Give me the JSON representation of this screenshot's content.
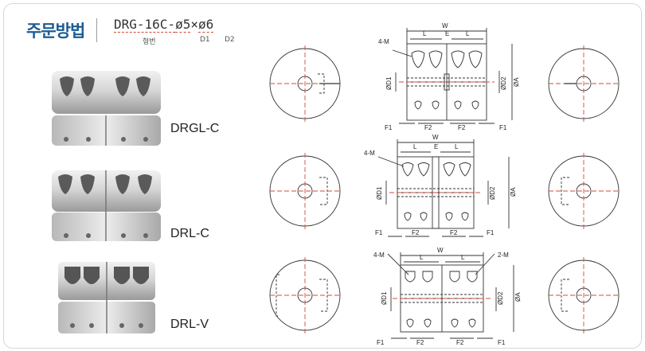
{
  "header": {
    "title": "주문방법",
    "model_prefix": "DRG-16C-",
    "d1_value": "ø5",
    "times": "×",
    "d2_value": "ø6",
    "sub_model": "형번",
    "sub_d1": "D1",
    "sub_d2": "D2"
  },
  "products": [
    {
      "name": "DRGL-C"
    },
    {
      "name": "DRL-C"
    },
    {
      "name": "DRL-V"
    }
  ],
  "dims": {
    "W": "W",
    "L": "L",
    "E": "E",
    "F1": "F1",
    "F2": "F2",
    "D1": "ØD1",
    "D2": "ØD2",
    "A": "ØA",
    "M4": "4-M",
    "M2": "2-M"
  },
  "colors": {
    "accent": "#1d5c95",
    "center_line": "#d44a3a",
    "line": "#333333"
  }
}
